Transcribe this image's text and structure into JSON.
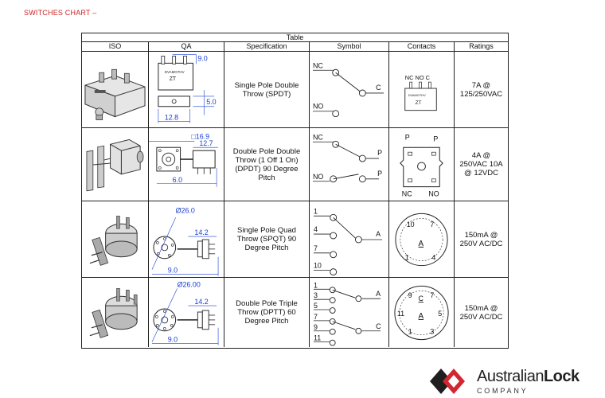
{
  "heading": "SWITCHES CHART –",
  "table": {
    "caption": "Table",
    "headers": [
      "ISO",
      "QA",
      "Specification",
      "Symbol",
      "Contacts",
      "Ratings"
    ],
    "rows": [
      {
        "spec": "Single Pole Double\nThrow (SPDT)",
        "rating": "7A @\n125/250VAC",
        "dims": [
          "9.0",
          "5.0",
          "12.8"
        ],
        "symbol_labels": [
          "NC",
          "C",
          "NO"
        ],
        "contact_labels": [
          "NC NO C"
        ]
      },
      {
        "spec": "Double Pole Double\nThrow (1 Off 1 On)\n(DPDT) 90 Degree\nPitch",
        "rating": "4A @\n250VAC 10A\n@ 12VDC",
        "dims": [
          "□16.9",
          "12.7",
          "6.0"
        ],
        "symbol_labels": [
          "NC",
          "P",
          "NO",
          "P"
        ],
        "contact_labels": [
          "P",
          "P",
          "NC",
          "NO"
        ]
      },
      {
        "spec": "Single Pole Quad\nThrow (SPQT) 90\nDegree Pitch",
        "rating": "150mA @\n250V AC/DC",
        "dims": [
          "Ø26.0",
          "14.2",
          "9.0"
        ],
        "symbol_labels": [
          "1",
          "4",
          "A",
          "7",
          "10"
        ],
        "contact_labels": [
          "10",
          "7",
          "A",
          "1",
          "4"
        ]
      },
      {
        "spec": "Double Pole Triple\nThrow (DPTT) 60\nDegree Pitch",
        "rating": "150mA @\n250V AC/DC",
        "dims": [
          "Ø26.00",
          "14.2",
          "9.0"
        ],
        "symbol_labels": [
          "1",
          "3",
          "A",
          "5",
          "7",
          "9",
          "C",
          "11"
        ],
        "contact_labels": [
          "9",
          "C",
          "7",
          "11",
          "A",
          "5",
          "1",
          "3"
        ]
      }
    ]
  },
  "logo": {
    "word_light": "Australian",
    "word_bold": "Lock",
    "sub": "COMPANY",
    "colors": {
      "red": "#d22630",
      "dark": "#1e1e1e"
    }
  }
}
